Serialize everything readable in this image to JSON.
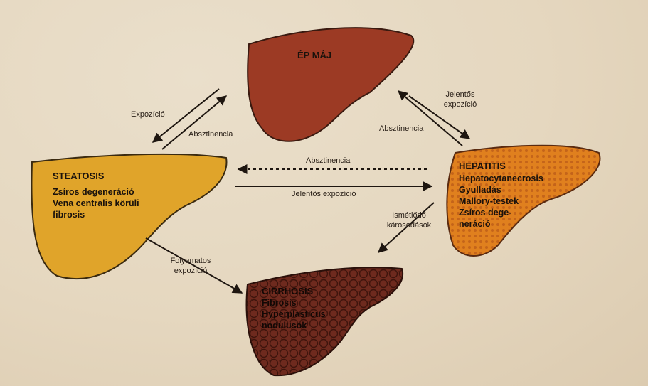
{
  "colors": {
    "background": "#e7dac4",
    "healthy_liver": "#9c3a24",
    "steatosis_liver": "#e0a42a",
    "hepatitis_liver": "#e0801e",
    "cirrhosis_liver": "#6e2a1e"
  },
  "nodes": {
    "healthy": {
      "title": "ÉP MÁJ"
    },
    "steatosis": {
      "title": "STEATOSIS",
      "items": [
        "Zsíros degeneráció",
        "Vena centralis körüli",
        "fibrosis"
      ]
    },
    "hepatitis": {
      "title": "HEPATITIS",
      "items": [
        "Hepatocytanecrosis",
        "Gyulladás",
        "Mallory-testek",
        "Zsíros dege-",
        "neráció"
      ]
    },
    "cirrhosis": {
      "title": "CIRRHOSIS",
      "items": [
        "Fibrosis",
        "Hyperplasticus",
        "nodulusok"
      ]
    }
  },
  "edges": {
    "exposure_left": "Expozíció",
    "abstinence_left": "Absztinencia",
    "significant_exposure_right": [
      "Jelentős",
      "expozíció"
    ],
    "abstinence_right": "Absztinencia",
    "abstinence_dotted": "Absztinencia",
    "significant_exposure_middle": "Jelentős expozíció",
    "repeated_damage": [
      "Ismétlődő",
      "károsodások"
    ],
    "continuous_exposure": [
      "Folyamatos",
      "expozíció"
    ]
  }
}
